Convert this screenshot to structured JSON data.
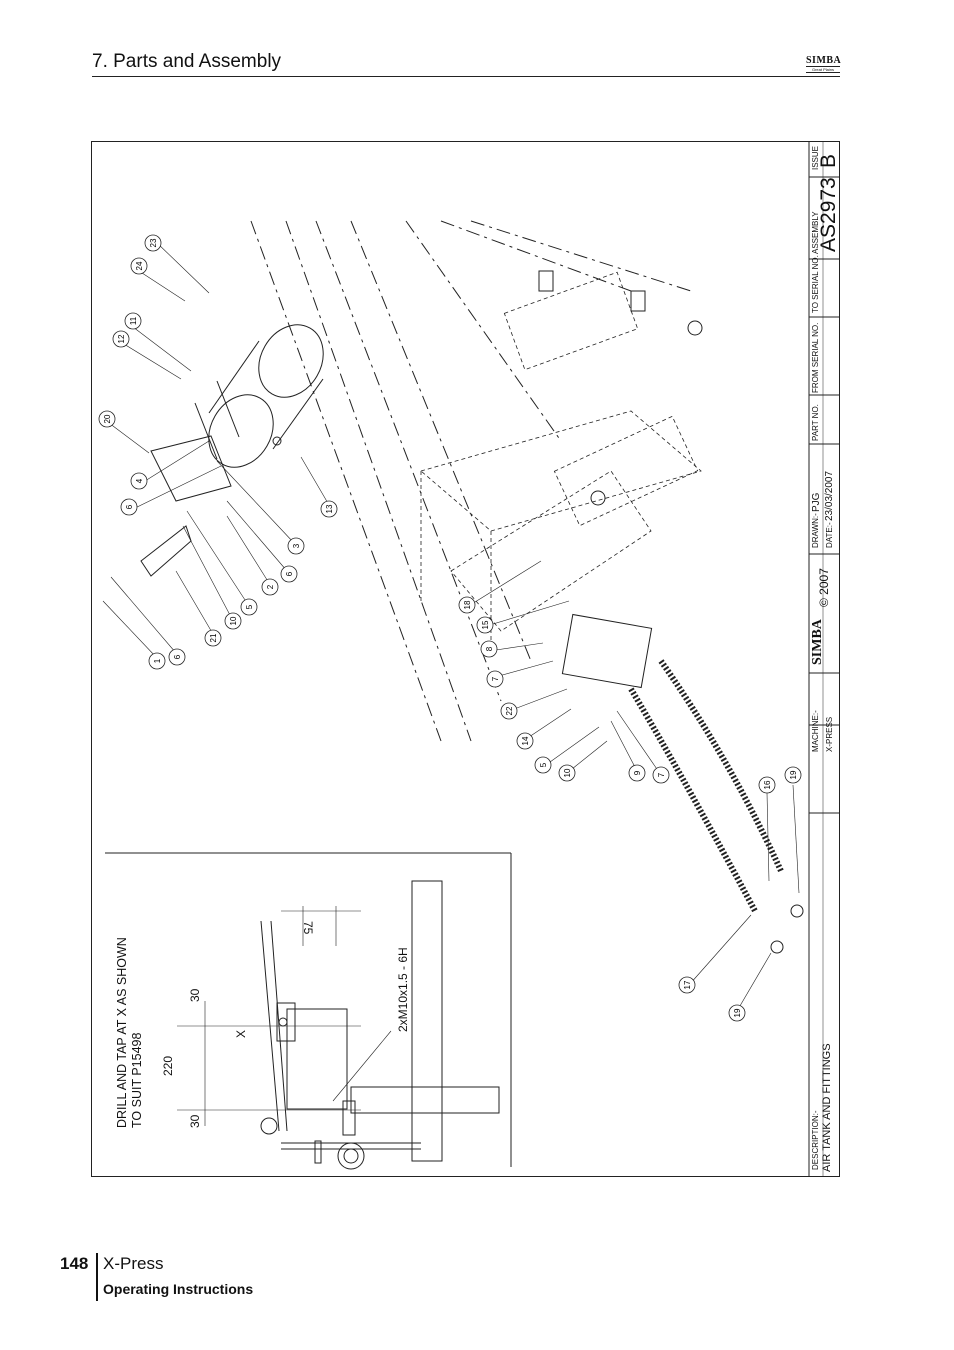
{
  "header": {
    "section_title": "7. Parts and Assembly",
    "logo_word": "SIMBA",
    "logo_sub": "Great Plains"
  },
  "drawing": {
    "note_line1": "DRILL AND TAP AT X AS SHOWN",
    "note_line2": "TO SUIT P15498",
    "dims": [
      "30",
      "220",
      "30",
      "75"
    ],
    "thread_callout": "2xM10x1.5 - 6H",
    "detail_mark": "X",
    "balloons": [
      "1",
      "6",
      "21",
      "10",
      "5",
      "2",
      "6",
      "3",
      "6",
      "4",
      "20",
      "13",
      "12",
      "11",
      "24",
      "23",
      "18",
      "15",
      "8",
      "7",
      "22",
      "14",
      "5",
      "10",
      "9",
      "7",
      "17",
      "19",
      "16",
      "19"
    ]
  },
  "title_block": {
    "description_label": "DESCRIPTION:-",
    "description": "AIR TANK AND FITTINGS",
    "machine_label": "MACHINE:-",
    "machine": "X-PRESS",
    "copyright": "© 2007",
    "logo_word": "SIMBA",
    "drawn_label": "DRAWN:-",
    "drawn_by": "PJG",
    "date_label": "DATE:-",
    "date": "23/03/2007",
    "part_no_label": "PART NO.",
    "from_serial_label": "FROM SERIAL NO.",
    "to_serial_label": "TO SERIAL NO.",
    "assembly_label": "ASSEMBLY",
    "assembly": "AS2973",
    "issue_label": "ISSUE",
    "issue": "B"
  },
  "footer": {
    "page_number": "148",
    "product": "X-Press",
    "manual": "Operating Instructions"
  }
}
